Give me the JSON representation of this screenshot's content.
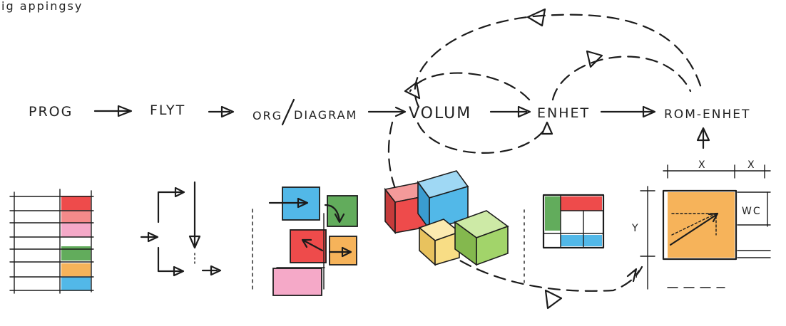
{
  "header_fragment": "ig appingsy",
  "flow": {
    "prog": "PROG",
    "flyt": "FLYT",
    "org": "ORG",
    "diagram": "DIAGRAM",
    "volum": "VOLUM",
    "enhet": "ENHET",
    "rom_enhet": "ROM-ENHET"
  },
  "dimensions": {
    "x1": "X",
    "x2": "X",
    "y1": "Y",
    "y2": "Y",
    "wc": "WC"
  },
  "colors": {
    "red": "#ee4b4b",
    "blue": "#52b8e8",
    "pink": "#f5a9c8",
    "green": "#62ac5c",
    "orange": "#f6b35a",
    "yellow": "#f8dd85",
    "lime": "#a2d46a"
  }
}
